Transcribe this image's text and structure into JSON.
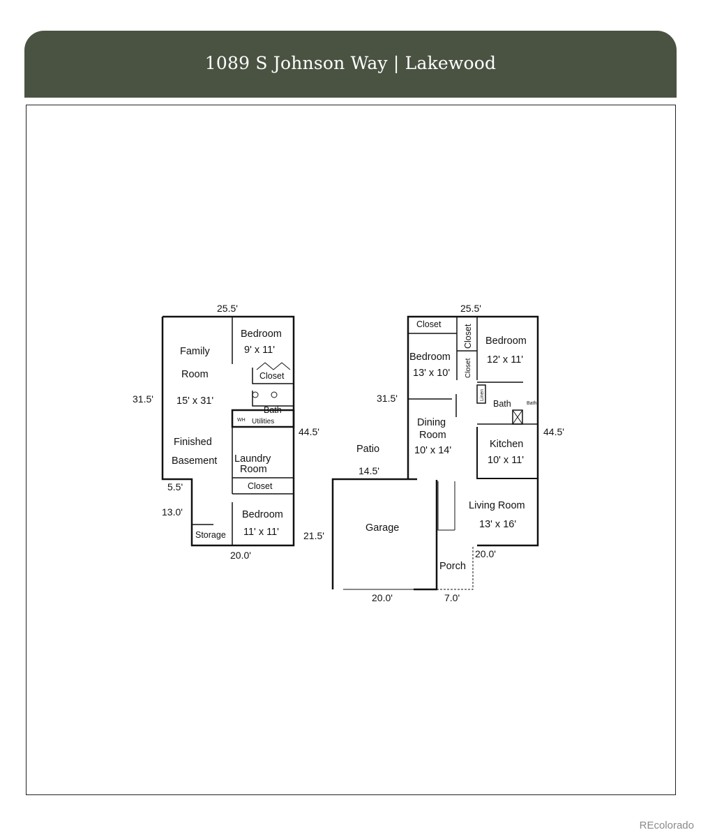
{
  "header": {
    "title": "1089 S Johnson Way  |  Lakewood"
  },
  "watermark": "REcolorado",
  "basement": {
    "dims": {
      "top": "25.5'",
      "left": "31.5'",
      "right": "44.5'",
      "jog": "5.5'",
      "lower_left": "13.0'",
      "bottom": "20.0'"
    },
    "rooms": {
      "family_room": {
        "line1": "Family",
        "line2": "Room",
        "size": "15' x 31'"
      },
      "bedroom_top": {
        "name": "Bedroom",
        "size": "9' x 11'"
      },
      "closet_top": "Closet",
      "bath": "Bath",
      "wh": "WH",
      "utilities": "Utilities",
      "finished_basement": {
        "line1": "Finished",
        "line2": "Basement"
      },
      "laundry": {
        "line1": "Laundry",
        "line2": "Room"
      },
      "closet_bottom": "Closet",
      "bedroom_bottom": {
        "name": "Bedroom",
        "size": "11' x 11'"
      },
      "storage": "Storage"
    }
  },
  "main_floor": {
    "dims": {
      "top": "25.5'",
      "left": "31.5'",
      "right": "44.5'",
      "patio_width": "14.5'",
      "garage_left": "21.5'",
      "garage_bottom": "20.0'",
      "porch_width": "7.0'",
      "living_bottom": "20.0'"
    },
    "rooms": {
      "closet_top": "Closet",
      "closet_vertical_1": "Closet",
      "closet_vertical_2": "Closet",
      "bedroom_left": {
        "name": "Bedroom",
        "size": "13' x 10'"
      },
      "bedroom_right": {
        "name": "Bedroom",
        "size": "12' x 11'"
      },
      "linen": "Linen",
      "bath": "Bath",
      "bath_small": "Bath",
      "dining": {
        "line1": "Dining",
        "line2": "Room",
        "size": "10' x 14'"
      },
      "kitchen": {
        "name": "Kitchen",
        "size": "10' x 11'"
      },
      "patio": "Patio",
      "garage": "Garage",
      "living": {
        "name": "Living Room",
        "size": "13' x 16'"
      },
      "porch": "Porch"
    }
  }
}
